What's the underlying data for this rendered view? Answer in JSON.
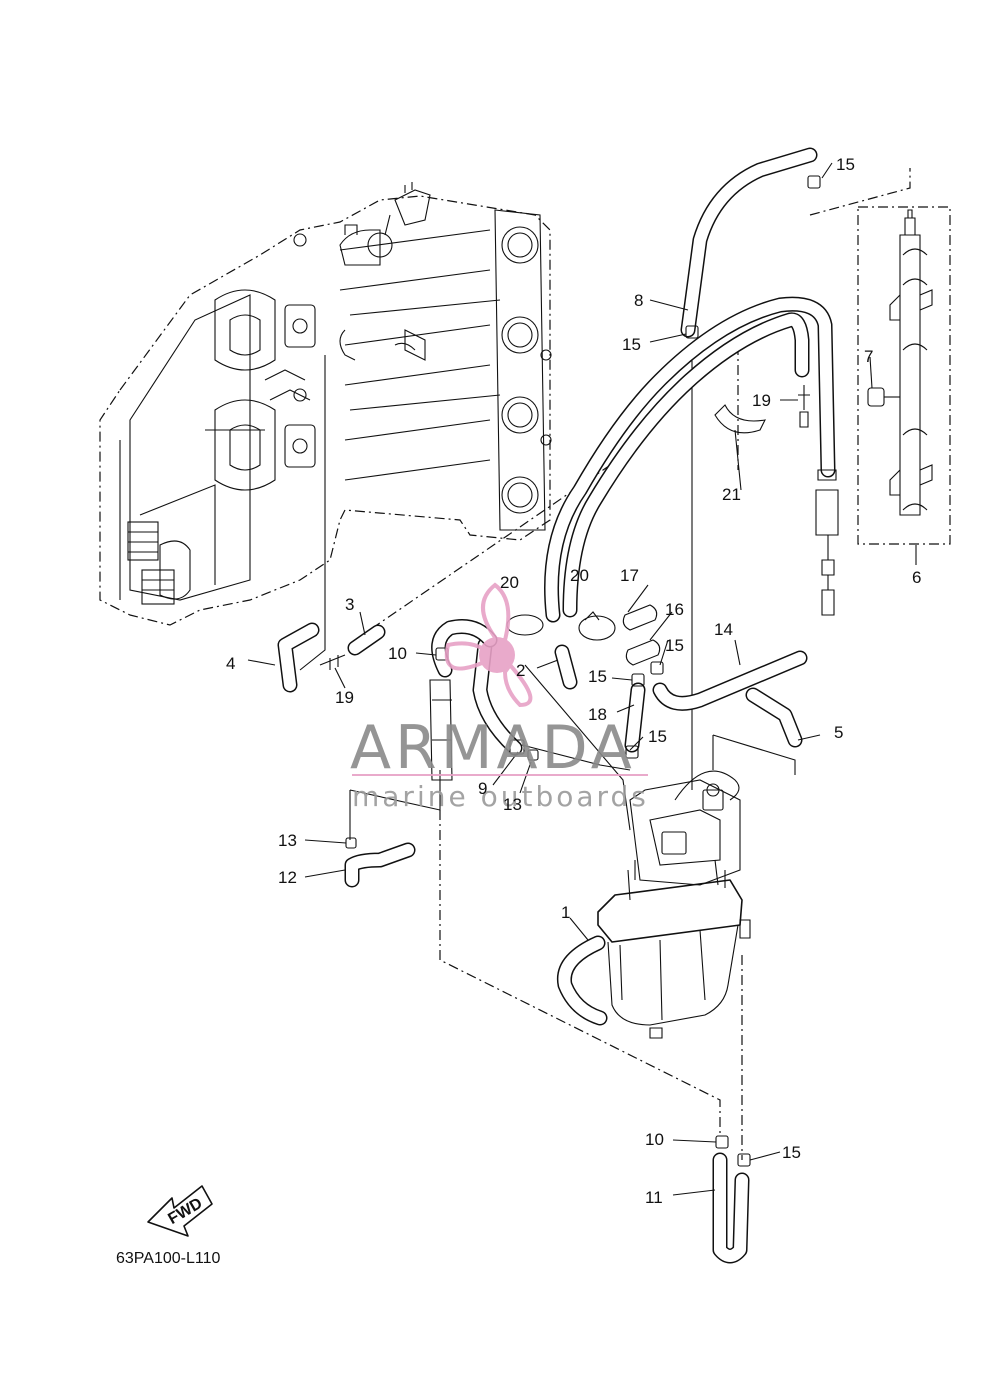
{
  "diagram": {
    "code": "63PA100-L110",
    "fwd_label": "FWD",
    "callouts": [
      {
        "id": "c1",
        "text": "1"
      },
      {
        "id": "c2",
        "text": "2"
      },
      {
        "id": "c3",
        "text": "3"
      },
      {
        "id": "c4",
        "text": "4"
      },
      {
        "id": "c5",
        "text": "5"
      },
      {
        "id": "c6",
        "text": "6"
      },
      {
        "id": "c7",
        "text": "7"
      },
      {
        "id": "c8",
        "text": "8"
      },
      {
        "id": "c9",
        "text": "9"
      },
      {
        "id": "c10a",
        "text": "10"
      },
      {
        "id": "c10b",
        "text": "10"
      },
      {
        "id": "c11",
        "text": "11"
      },
      {
        "id": "c12",
        "text": "12"
      },
      {
        "id": "c13a",
        "text": "13"
      },
      {
        "id": "c13b",
        "text": "13"
      },
      {
        "id": "c14",
        "text": "14"
      },
      {
        "id": "c15a",
        "text": "15"
      },
      {
        "id": "c15b",
        "text": "15"
      },
      {
        "id": "c15c",
        "text": "15"
      },
      {
        "id": "c15d",
        "text": "15"
      },
      {
        "id": "c15e",
        "text": "15"
      },
      {
        "id": "c15f",
        "text": "15"
      },
      {
        "id": "c16",
        "text": "16"
      },
      {
        "id": "c17",
        "text": "17"
      },
      {
        "id": "c18",
        "text": "18"
      },
      {
        "id": "c19a",
        "text": "19"
      },
      {
        "id": "c19b",
        "text": "19"
      },
      {
        "id": "c20",
        "text": "20"
      },
      {
        "id": "c21",
        "text": "21"
      }
    ]
  },
  "watermark": {
    "brand": "ARMADA",
    "tagline": "marine outboards",
    "colors": {
      "text": "#8a8a8a",
      "accent": "#e7a1c6"
    }
  }
}
